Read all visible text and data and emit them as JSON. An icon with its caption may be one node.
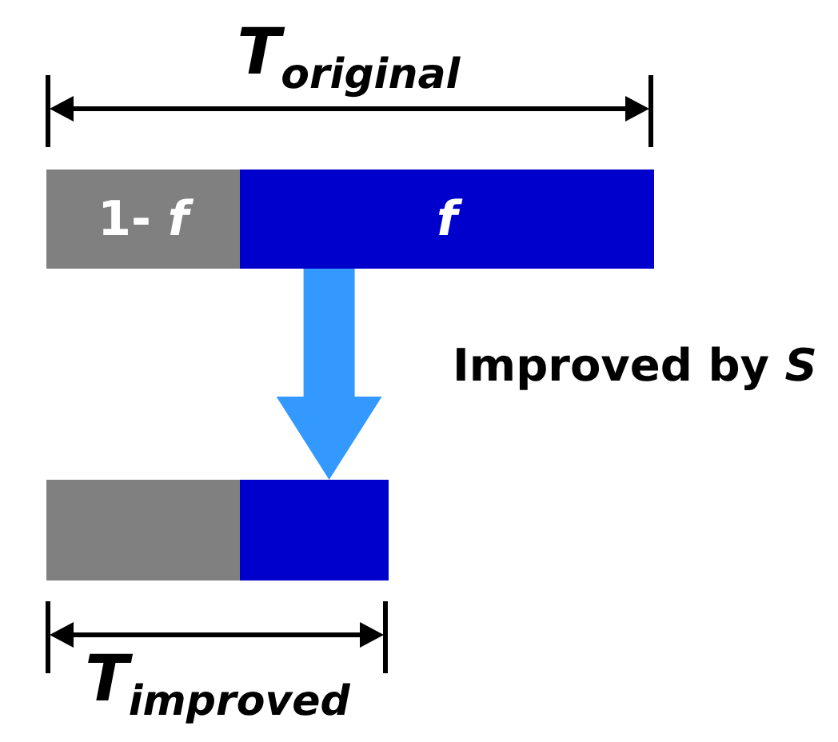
{
  "diagram": {
    "nodes": [
      {
        "text": [
          "1- *f*"
        ]
      },
      {
        "text": [
          "*f*"
        ]
      },
      {
        "text": [],
        "shape": "bar"
      },
      {
        "text": [],
        "shape": "bar"
      }
    ],
    "edges": [
      {
        "from": 1,
        "to": 3,
        "arrow": "to",
        "label": "Improved by *S*",
        "color": "#3399ff"
      }
    ],
    "labels": [
      "T$_{original}$",
      "T$_{improved}$"
    ]
  }
}
